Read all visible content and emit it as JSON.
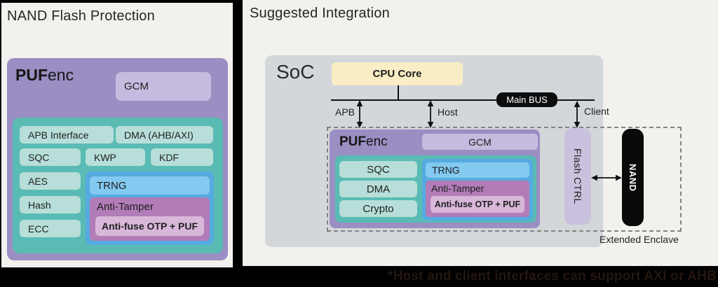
{
  "left_panel": {
    "title": "NAND Flash Protection",
    "pufenc_bold": "PUF",
    "pufenc_rest": "enc",
    "gcm": "GCM",
    "blocks": {
      "apb": "APB Interface",
      "dma": "DMA (AHB/AXI)",
      "sqc": "SQC",
      "kwp": "KWP",
      "kdf": "KDF",
      "aes": "AES",
      "hash": "Hash",
      "ecc": "ECC",
      "trng": "TRNG",
      "anti_tamper": "Anti-Tamper",
      "anti_fuse": "Anti-fuse OTP + PUF"
    }
  },
  "right_panel": {
    "title": "Suggested Integration",
    "soc_label": "SoC",
    "cpu_core": "CPU Core",
    "main_bus": "Main BUS",
    "bus_labels": {
      "apb": "APB",
      "host": "Host",
      "client": "Client"
    },
    "pufenc_bold": "PUF",
    "pufenc_rest": "enc",
    "gcm": "GCM",
    "blocks": {
      "sqc": "SQC",
      "dma": "DMA",
      "crypto": "Crypto",
      "trng": "TRNG",
      "anti_tamper": "Anti-Tamper",
      "anti_fuse": "Anti-fuse OTP + PUF"
    },
    "flash_ctrl": "Flash CTRL",
    "nand": "NAND",
    "extended_enclave": "Extended Enclave"
  },
  "footnote": "*Host and client interfaces can support AXI or AHB",
  "colors": {
    "background": "#000000",
    "panel": "#f2f1ee",
    "pufenc_purple": "#9a8ec2",
    "gcm_lavender": "#c5bbde",
    "teal_container": "#59bbb4",
    "teal_block": "#b7ded8",
    "blue_container": "#55abe0",
    "trng_blue": "#83c9f0",
    "anti_tamper_mauve": "#b17cb8",
    "anti_fuse_pink": "#d8b7da",
    "soc_gray": "#d4d7d9",
    "cpu_yellow": "#f9edc5",
    "flash_ctrl_lavender": "#c9c1dd",
    "nand_black": "#0a0a0a",
    "footnote_text": "#241711"
  }
}
